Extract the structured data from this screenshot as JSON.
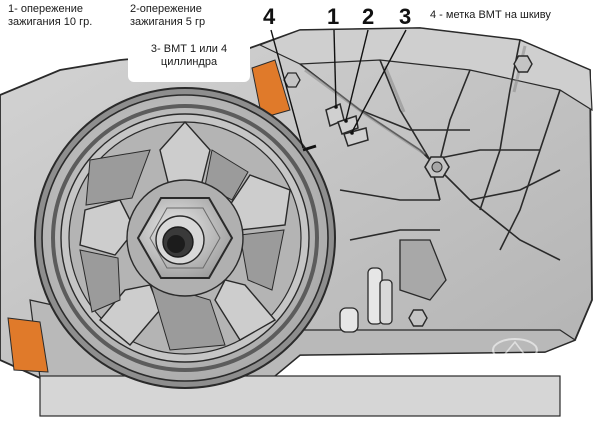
{
  "notes": {
    "advance_10": "1- опережение\nзажигания 10 гр.",
    "advance_5": "2-опережение\nзажигания 5 гр",
    "tdc": "3- ВМТ  1 или 4\nциллиндра",
    "pulley_mark": "4 - метка ВМТ на шкиву"
  },
  "callouts": {
    "n1": "1",
    "n2": "2",
    "n3": "3",
    "n4": "4"
  },
  "colors": {
    "housing": "#c9c9c9",
    "housing_shadow": "#9e9e9e",
    "pulley_face": "#bdbdbd",
    "accent_orange": "#e07a2a",
    "outline": "#2a2a2a"
  }
}
